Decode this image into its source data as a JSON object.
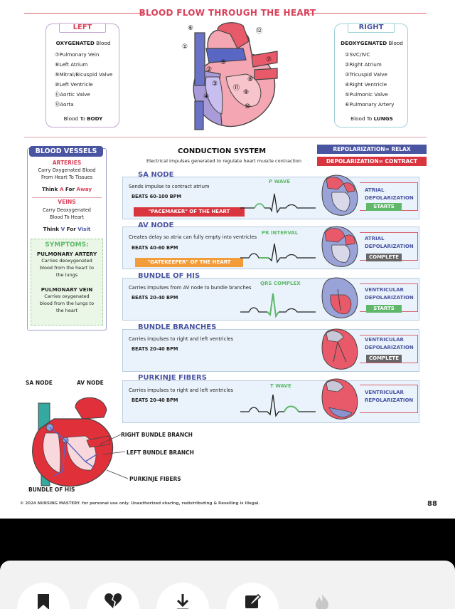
{
  "title": "BLOOD FLOW THROUGH THE HEART",
  "left_box": {
    "heading": "LEFT",
    "subtitle_bold": "OXYGENATED",
    "subtitle_rest": " Blood",
    "items": [
      "⑦Pulmonary Vein",
      "⑧Left Atrium",
      "⑨Mitral/Bicuspid Valve",
      "⑩Left Ventricle",
      "⑪Aortic Valve",
      "⑫Aorta"
    ],
    "footer_pre": "Blood To ",
    "footer_bold": "BODY"
  },
  "right_box": {
    "heading": "RIGHT",
    "subtitle_bold": "DEOXYGENATED",
    "subtitle_rest": " Blood",
    "items": [
      "①SVC/IVC",
      "②Right Atrium",
      "③Tricuspid Valve",
      "④Right Ventricle",
      "⑤Pulmonic Valve",
      "⑥Pulmonary Artery"
    ],
    "footer_pre": "Blood To ",
    "footer_bold": "LUNGS"
  },
  "heart_numbers": [
    "①",
    "②",
    "③",
    "④",
    "⑤",
    "⑥",
    "⑦",
    "⑧",
    "⑨",
    "⑩",
    "⑪",
    "⑫"
  ],
  "vessels": {
    "heading": "BLOOD VESSELS",
    "arteries_title": "ARTERIES",
    "arteries_desc_1": "Carry Oxygenated Blood",
    "arteries_desc_2": "From Heart To Tissues",
    "arteries_mnemonic_pre": "Think ",
    "arteries_mnemonic_letter": "A",
    "arteries_mnemonic_mid": " For ",
    "arteries_mnemonic_word": "Away",
    "veins_title": "VEINS",
    "veins_desc_1": "Carry Deoxygenated",
    "veins_desc_2": "Blood To Heart",
    "veins_mnemonic_pre": "Think ",
    "veins_mnemonic_letter": "V",
    "veins_mnemonic_mid": " For ",
    "veins_mnemonic_word": "Visit",
    "symptoms_title": "SYMPTOMS:",
    "pa_title": "PULMONARY ARTERY",
    "pa_desc": [
      "Carries deoxygenated",
      "blood from the heart to",
      "the lungs"
    ],
    "pv_title": "PULMONARY VEIN",
    "pv_desc": [
      "Carries oxygenated",
      "blood from the lungs to",
      "the heart"
    ]
  },
  "conduction": {
    "title": "CONDUCTION SYSTEM",
    "subtitle": "Electrical impulses generated to regulate heart muscle contraction",
    "repolarization": "REPOLARIZATION= RELAX",
    "depolarization": "DEPOLARIZATION= CONTRACT",
    "nodes": [
      {
        "name": "SA NODE",
        "desc": "Sends impulse to contract atrium",
        "beats": "BEATS 60-100 BPM",
        "banner": "\"PACEMAKER\" OF THE HEART",
        "wave": "P WAVE",
        "state": [
          "ATRIAL",
          "DEPOLARIZATION"
        ],
        "tag": "STARTS"
      },
      {
        "name": "AV NODE",
        "desc": "Creates delay so atria can fully empty into ventricles",
        "beats": "BEATS 40-60 BPM",
        "banner": "\"GATEKEEPER\" OF THE HEART",
        "wave": "PR INTERVAL",
        "state": [
          "ATRIAL",
          "DEPOLARIZATION"
        ],
        "tag": "COMPLETE"
      },
      {
        "name": "BUNDLE OF HIS",
        "desc": "Carries impulses from AV node to bundle branches",
        "beats": "BEATS 20-40 BPM",
        "banner": "",
        "wave": "QRS COMPLEX",
        "state": [
          "VENTRICULAR",
          "DEPOLARIZATION"
        ],
        "tag": "STARTS"
      },
      {
        "name": "BUNDLE BRANCHES",
        "desc": "Carries impulses to right and left ventricles",
        "beats": "BEATS 20-40 BPM",
        "banner": "",
        "wave": "",
        "state": [
          "VENTRICULAR",
          "DEPOLARIZATION"
        ],
        "tag": "COMPLETE"
      },
      {
        "name": "PURKINJE FIBERS",
        "desc": "Carries impulses to right and left ventricles",
        "beats": "BEATS 20-40 BPM",
        "banner": "",
        "wave": "T WAVE",
        "state": [
          "VENTRICULAR",
          "REPOLARIZATION"
        ],
        "tag": ""
      }
    ]
  },
  "diagram_labels": {
    "sa_node": "SA NODE",
    "av_node": "AV NODE",
    "right_bundle": "RIGHT BUNDLE BRANCH",
    "left_bundle": "LEFT BUNDLE BRANCH",
    "purkinje": "PURKINJE FIBERS",
    "bundle_his": "BUNDLE OF HIS"
  },
  "footer": "© 2024 NURSING MASTERY. for personal use only. Unauthorized sharing, redistributing & Reselling is illegal.",
  "page_number": "88",
  "colors": {
    "accent_red": "#d9425a",
    "accent_blue": "#4a55a2",
    "green": "#5fb86a",
    "banner_red": "#d9353f",
    "banner_orange": "#f39c3a"
  },
  "share_actions": [
    "bookmark-icon",
    "heart-broken-icon",
    "download-icon",
    "edit-icon",
    "fire-icon"
  ]
}
